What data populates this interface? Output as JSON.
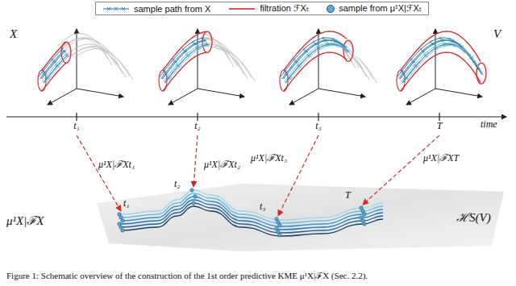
{
  "diagram": {
    "caption": "Figure 1: Schematic overview of the construction of the 1st order predictive KME μ¹X|ℱX (Sec. 2.2).",
    "labels": [
      "X",
      "V",
      "t₁",
      "t₂",
      "t₃",
      "T",
      "time",
      "μ¹X|ℱXt₁",
      "μ¹X|ℱXt₂",
      "μ¹X|ℱXt₃",
      "μ¹X|ℱXT",
      "t₁",
      "t₂",
      "t₃",
      "T",
      "μ¹X|ℱX",
      "ℋS(V)"
    ],
    "legend": [
      {
        "text": "sample path from X"
      },
      {
        "text": "filtration ℱXₜ"
      },
      {
        "text": "sample from μ¹X|ℱXₜ",
        "color": "#5aaed6"
      }
    ]
  }
}
